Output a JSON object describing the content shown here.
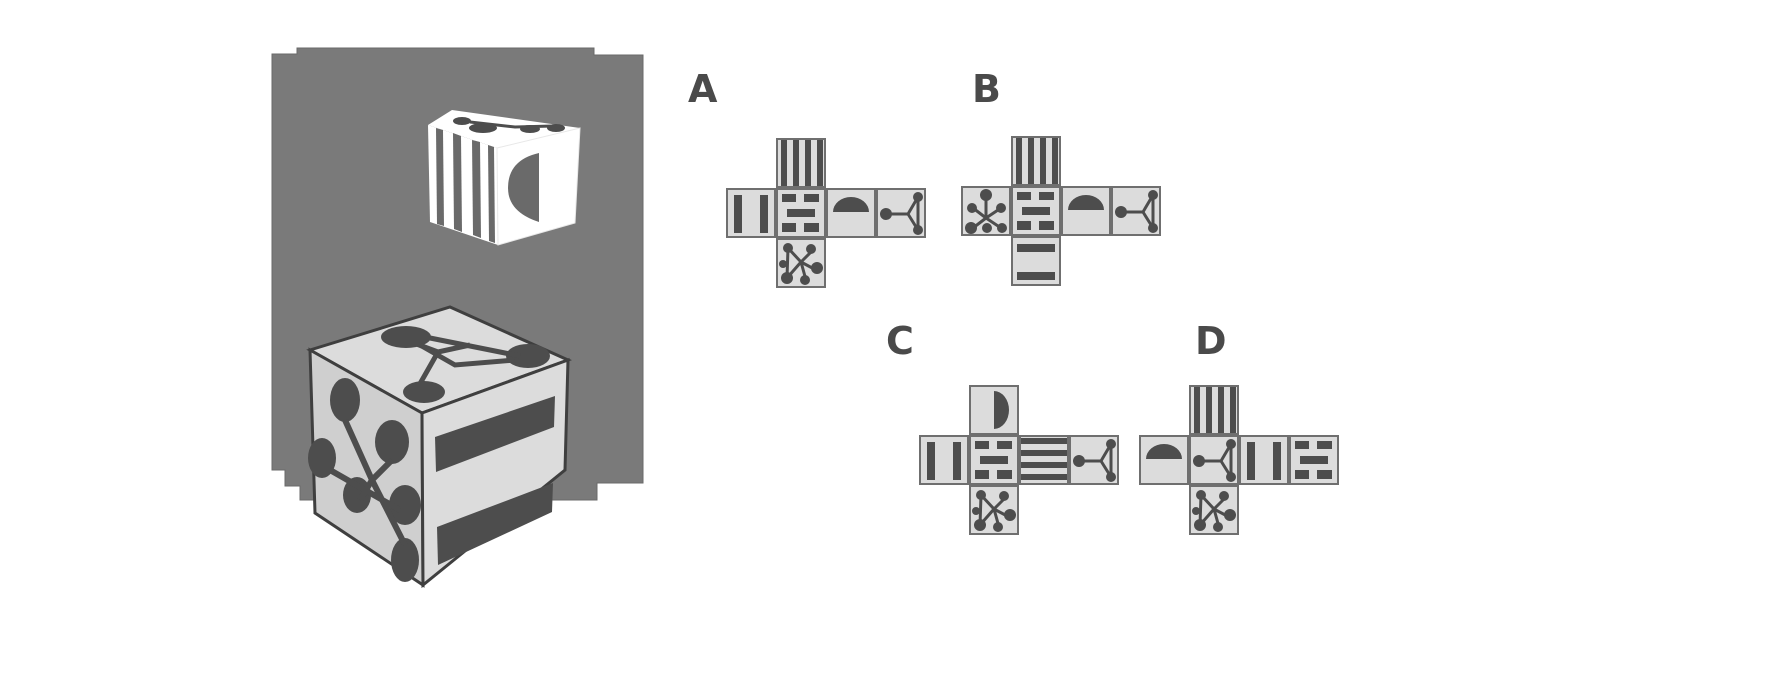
{
  "figure": {
    "description": "Mental rotation / cube folding puzzle: two reference cubes on a gray panel, four candidate nets A-D",
    "colors": {
      "panel": "#7a7a7a",
      "face_light": "#dcdcdc",
      "pattern_dark": "#4d4d4d",
      "small_cube_face": "#ffffff",
      "label": "#4a4a4a"
    },
    "reference_cubes": {
      "small_cube": {
        "top": "triangle-network",
        "left": "vertical-stripes",
        "right": "half-disc"
      },
      "large_cube": {
        "top": "triangle-network",
        "left": "flower-network",
        "right": "two-horizontal-bars"
      }
    },
    "options": [
      {
        "label": "A",
        "cells": {
          "top": "vertical-stripes",
          "row": [
            "two-vertical-bars",
            "brick-pattern",
            "half-disc-up",
            "triangle-network"
          ],
          "bottom": "flower-network"
        }
      },
      {
        "label": "B",
        "cells": {
          "top": "vertical-stripes",
          "row": [
            "flower-network",
            "brick-pattern",
            "half-disc-up",
            "triangle-network"
          ],
          "bottom": "two-horizontal-bars"
        }
      },
      {
        "label": "C",
        "cells": {
          "top": "half-disc-right",
          "row": [
            "two-vertical-bars",
            "brick-pattern",
            "horizontal-stripes",
            "triangle-network"
          ],
          "bottom": "flower-network"
        }
      },
      {
        "label": "D",
        "cells": {
          "top": "vertical-stripes",
          "row": [
            "half-disc-up",
            "triangle-network",
            "two-vertical-bars",
            "brick-pattern"
          ],
          "bottom": "flower-network"
        }
      }
    ]
  }
}
